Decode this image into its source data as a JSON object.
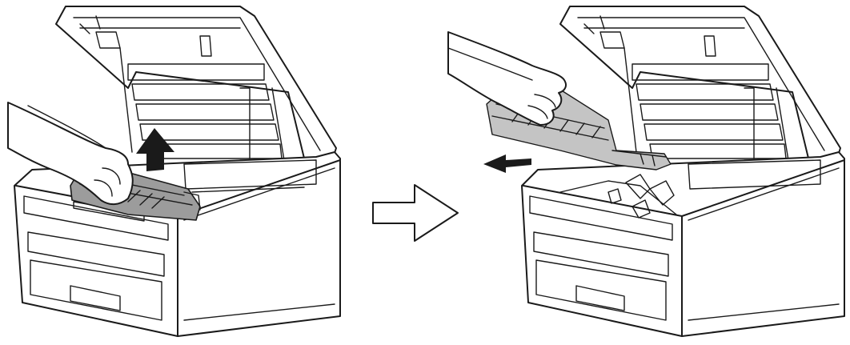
{
  "colors": {
    "line": "#1a1a1a",
    "part_grey": "#9c9c9c",
    "part_grey_light": "#c4c4c4",
    "background": "#ffffff"
  },
  "steps": [
    {
      "id": "step-1",
      "action": "lift-upward",
      "indicator_icon": "up-arrow-icon"
    },
    {
      "id": "step-2",
      "action": "slide-out-left",
      "indicator_icon": "left-arrow-icon"
    }
  ],
  "transition_icon": "outlined-right-arrow-icon"
}
